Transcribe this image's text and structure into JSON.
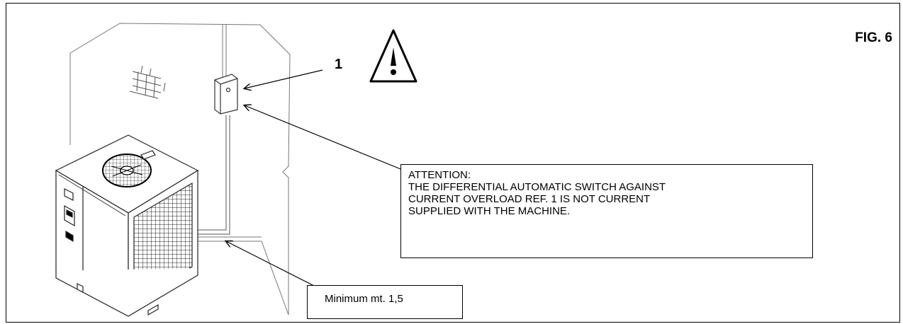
{
  "figure": {
    "label": "FIG. 6"
  },
  "reference": {
    "number": "1"
  },
  "warning": {
    "icon": "warning-triangle-icon"
  },
  "callout": {
    "lines": [
      "ATTENTION:",
      "THE DIFFERENTIAL AUTOMATIC SWITCH AGAINST",
      "CURRENT OVERLOAD REF. 1 IS NOT CURRENT",
      "SUPPLIED WITH THE MACHINE."
    ]
  },
  "minimum": {
    "label": "Minimum mt. 1,5"
  }
}
